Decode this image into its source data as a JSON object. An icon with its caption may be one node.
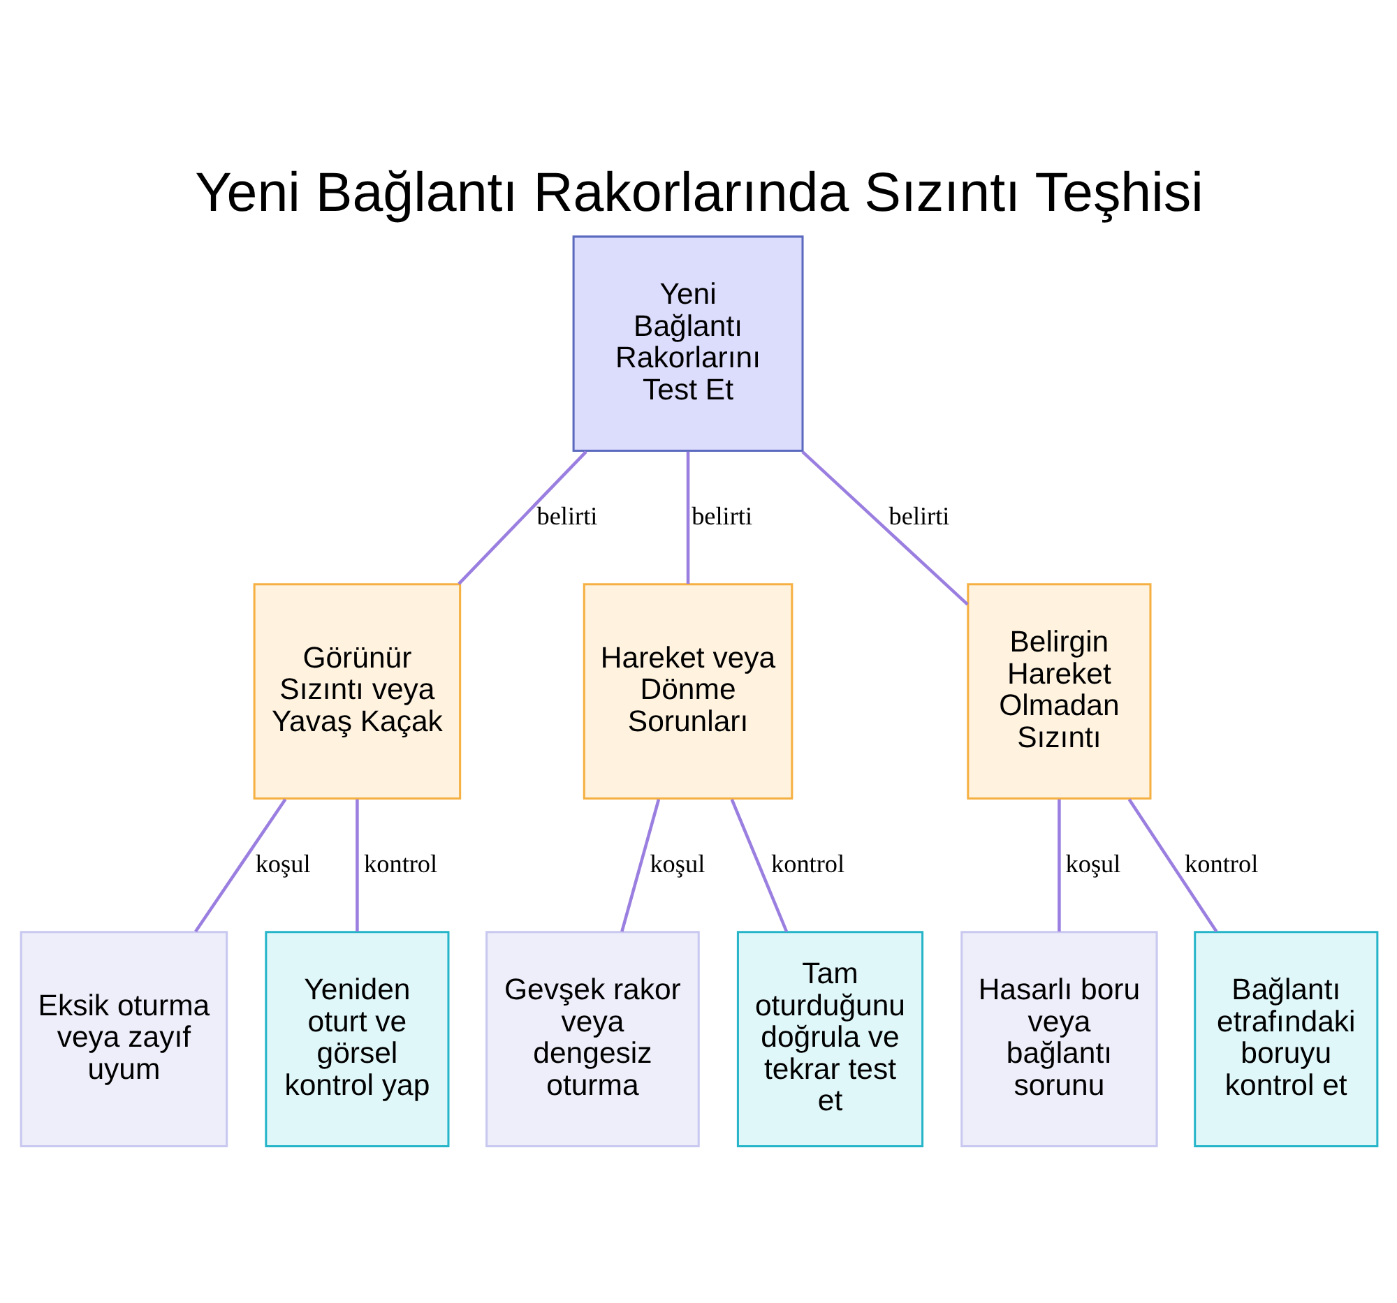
{
  "diagram": {
    "title": "Yeni Bağlantı Rakorlarında Sızıntı Teşhisi",
    "nodes": [
      {
        "text": [
          "Yeni Bağlantı Rakorlarını Test Et"
        ]
      },
      {
        "text": [
          "Görünür Sızıntı veya Yavaş Kaçak"
        ]
      },
      {
        "text": [
          "Hareket veya Dönme Sorunları"
        ]
      },
      {
        "text": [
          "Belirgin Hareket Olmadan Sızıntı"
        ]
      },
      {
        "text": [
          "Eksik oturma veya zayıf uyum"
        ]
      },
      {
        "text": [
          "Yeniden oturt ve görsel kontrol yap"
        ]
      },
      {
        "text": [
          "Gevşek rakor veya dengesiz oturma"
        ]
      },
      {
        "text": [
          "Tam oturduğunu doğrula ve tekrar test et"
        ]
      },
      {
        "text": [
          "Hasarlı boru veya bağlantı sorunu"
        ]
      },
      {
        "text": [
          "Bağlantı etrafındaki boruyu kontrol et"
        ]
      }
    ],
    "edges": [
      {
        "from": 0,
        "to": 1,
        "arrow": "none",
        "label": "belirti"
      },
      {
        "from": 0,
        "to": 2,
        "arrow": "none",
        "label": "belirti"
      },
      {
        "from": 0,
        "to": 3,
        "arrow": "none",
        "label": "belirti"
      },
      {
        "from": 1,
        "to": 4,
        "arrow": "none",
        "label": "koşul"
      },
      {
        "from": 1,
        "to": 5,
        "arrow": "none",
        "label": "kontrol"
      },
      {
        "from": 2,
        "to": 6,
        "arrow": "none",
        "label": "koşul"
      },
      {
        "from": 2,
        "to": 7,
        "arrow": "none",
        "label": "kontrol"
      },
      {
        "from": 3,
        "to": 8,
        "arrow": "none",
        "label": "koşul"
      },
      {
        "from": 3,
        "to": 9,
        "arrow": "none",
        "label": "kontrol"
      }
    ]
  }
}
